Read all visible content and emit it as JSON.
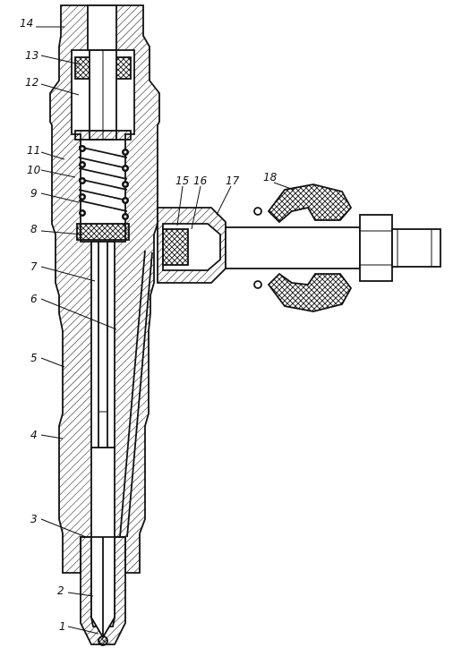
{
  "diagram": {
    "labels": [
      {
        "id": "label-1",
        "text": "1"
      },
      {
        "id": "label-2",
        "text": "2"
      },
      {
        "id": "label-3",
        "text": "3"
      },
      {
        "id": "label-4",
        "text": "4"
      },
      {
        "id": "label-5",
        "text": "5"
      },
      {
        "id": "label-6",
        "text": "6"
      },
      {
        "id": "label-7",
        "text": "7"
      },
      {
        "id": "label-8",
        "text": "8"
      },
      {
        "id": "label-9",
        "text": "9"
      },
      {
        "id": "label-10",
        "text": "10"
      },
      {
        "id": "label-11",
        "text": "11"
      },
      {
        "id": "label-12",
        "text": "12"
      },
      {
        "id": "label-13",
        "text": "13"
      },
      {
        "id": "label-14",
        "text": "14"
      },
      {
        "id": "label-15",
        "text": "15"
      },
      {
        "id": "label-16",
        "text": "16"
      },
      {
        "id": "label-17",
        "text": "17"
      },
      {
        "id": "label-18",
        "text": "18"
      }
    ]
  },
  "colors": {
    "ink": "#111111",
    "paper": "#ffffff"
  }
}
